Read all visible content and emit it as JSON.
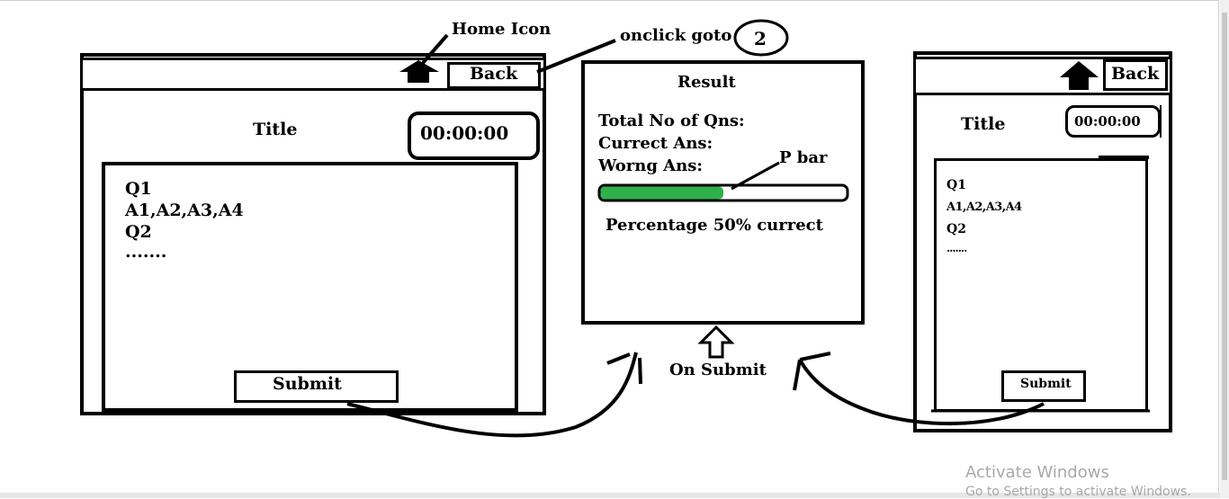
{
  "annotations": {
    "home_icon": "Home Icon",
    "onclick_goto": "onclick goto",
    "goto_number": "2",
    "p_bar": "P bar",
    "on_submit": "On Submit"
  },
  "left_screen": {
    "back": "Back",
    "title": "Title",
    "timer": "00:00:00",
    "q1": "Q1",
    "answers": "A1,A2,A3,A4",
    "q2": "Q2",
    "ellipsis": ".......",
    "submit": "Submit"
  },
  "result_screen": {
    "heading": "Result",
    "total": "Total No of Qns:",
    "correct": "Currect Ans:",
    "wrong": "Worng Ans:",
    "progress_fraction": 0.5,
    "progress_color": "#2fb04a",
    "percentage": "Percentage 50% currect"
  },
  "right_screen": {
    "back": "Back",
    "title": "Title",
    "timer": "00:00:00",
    "q1": "Q1",
    "answers": "A1,A2,A3,A4",
    "q2": "Q2",
    "ellipsis": ".......",
    "submit": "Submit"
  },
  "watermark": {
    "line1": "Activate Windows",
    "line2": "Go to Settings to activate Windows."
  }
}
